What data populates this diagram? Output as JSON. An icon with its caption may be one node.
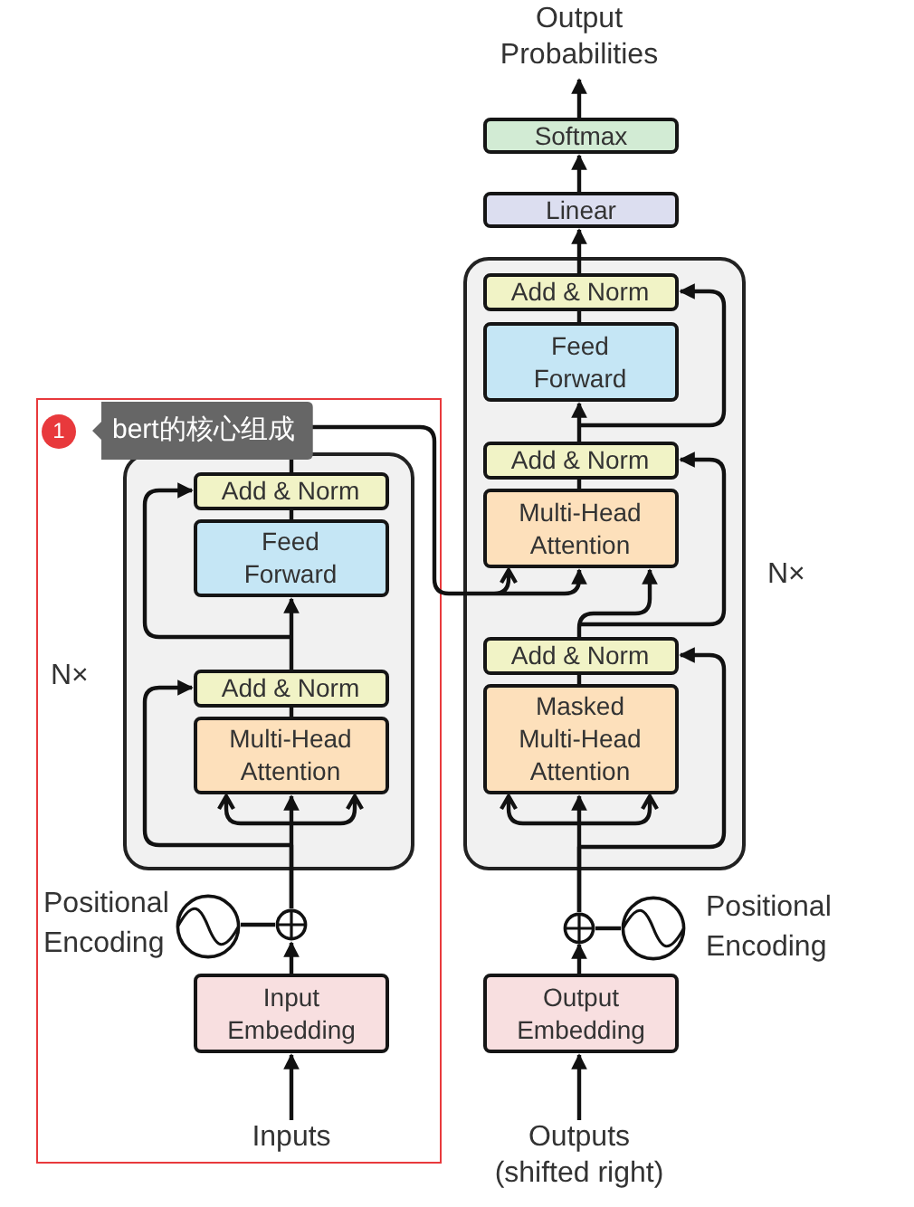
{
  "diagram": {
    "nodes": [
      {
        "text": [
          "1",
          "bert的核心组成"
        ]
      },
      {
        "text": [],
        "shape": "box",
        "in": 0,
        "beside": [
          "N×"
        ]
      },
      {
        "text": [
          "Add & Norm"
        ],
        "in": 1
      },
      {
        "text": [
          "Feed Forward"
        ],
        "in": 1
      },
      {
        "text": [
          "Add & Norm"
        ],
        "in": 1
      },
      {
        "text": [
          "Multi-Head Attention"
        ],
        "in": 1
      },
      {
        "text": [],
        "shape": "circle",
        "in": 0
      },
      {
        "text": [],
        "shape": "circle",
        "in": 0,
        "beside": [
          "Positional Encoding"
        ]
      },
      {
        "text": [
          "Input Embedding"
        ],
        "in": 0
      },
      {
        "text": [
          "Inputs"
        ],
        "in": 0
      },
      {
        "text": [],
        "shape": "box",
        "beside": [
          "N×"
        ]
      },
      {
        "text": [
          "Add & Norm"
        ],
        "in": 10
      },
      {
        "text": [
          "Feed Forward"
        ],
        "in": 10
      },
      {
        "text": [
          "Add & Norm"
        ],
        "in": 10
      },
      {
        "text": [
          "Multi-Head Attention"
        ],
        "in": 10
      },
      {
        "text": [
          "Add & Norm"
        ],
        "in": 10
      },
      {
        "text": [
          "Masked Multi-Head Attention"
        ],
        "in": 10
      },
      {
        "text": [],
        "shape": "circle"
      },
      {
        "text": [],
        "shape": "circle",
        "beside": [
          "Positional Encoding"
        ]
      },
      {
        "text": [
          "Output Embedding"
        ]
      },
      {
        "text": [
          "Outputs (shifted right)"
        ]
      },
      {
        "text": [
          "Linear"
        ]
      },
      {
        "text": [
          "Softmax"
        ]
      },
      {
        "text": [
          "Output Probabilities"
        ]
      }
    ],
    "edges": [
      {
        "from": 9,
        "to": 8,
        "arrow": "to"
      },
      {
        "from": 8,
        "to": 6,
        "arrow": "to"
      },
      {
        "from": 7,
        "to": 6,
        "arrow": "none"
      },
      {
        "from": 6,
        "to": 5,
        "arrow": "to"
      },
      {
        "from": 6,
        "to": 4,
        "arrow": "to"
      },
      {
        "from": 5,
        "to": 4,
        "arrow": "none"
      },
      {
        "from": 4,
        "to": 3,
        "arrow": "to"
      },
      {
        "from": 4,
        "to": 2,
        "arrow": "to"
      },
      {
        "from": 3,
        "to": 2,
        "arrow": "none"
      },
      {
        "from": 2,
        "to": 14,
        "arrow": "to"
      },
      {
        "from": 20,
        "to": 19,
        "arrow": "to"
      },
      {
        "from": 19,
        "to": 17,
        "arrow": "to"
      },
      {
        "from": 18,
        "to": 17,
        "arrow": "none"
      },
      {
        "from": 17,
        "to": 16,
        "arrow": "to"
      },
      {
        "from": 17,
        "to": 15,
        "arrow": "to"
      },
      {
        "from": 16,
        "to": 15,
        "arrow": "none"
      },
      {
        "from": 15,
        "to": 14,
        "arrow": "to"
      },
      {
        "from": 15,
        "to": 13,
        "arrow": "to"
      },
      {
        "from": 14,
        "to": 13,
        "arrow": "none"
      },
      {
        "from": 13,
        "to": 12,
        "arrow": "to"
      },
      {
        "from": 13,
        "to": 11,
        "arrow": "to"
      },
      {
        "from": 12,
        "to": 11,
        "arrow": "none"
      },
      {
        "from": 11,
        "to": 21,
        "arrow": "to"
      },
      {
        "from": 21,
        "to": 22,
        "arrow": "to"
      },
      {
        "from": 22,
        "to": 23,
        "arrow": "to"
      }
    ]
  }
}
